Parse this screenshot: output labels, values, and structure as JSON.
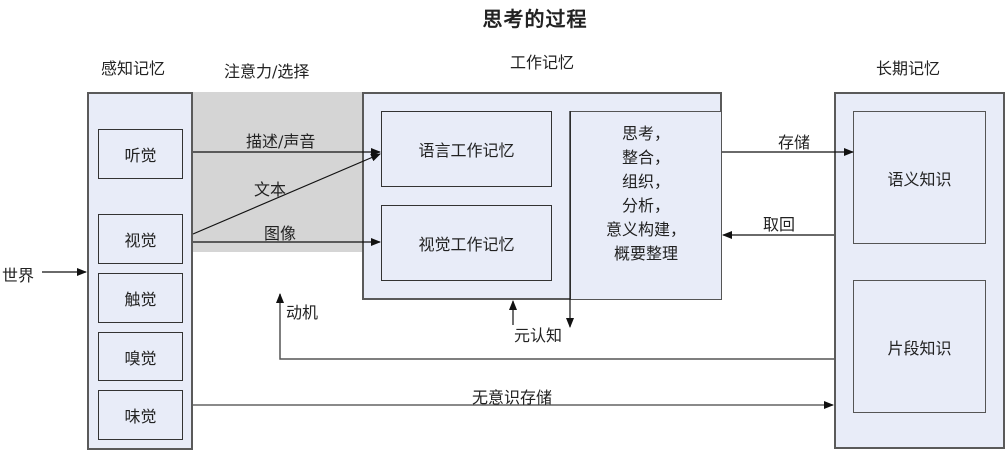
{
  "title": "思考的过程",
  "sections": {
    "sensory": "感知记忆",
    "attention": "注意力/选择",
    "working": "工作记忆",
    "longterm": "长期记忆"
  },
  "sensory_items": [
    "听觉",
    "视觉",
    "触觉",
    "嗅觉",
    "味觉"
  ],
  "working_items": {
    "verbal": "语言工作记忆",
    "visual": "视觉工作记忆",
    "processing": [
      "思考，",
      "整合，",
      "组织，",
      "分析，",
      "意义构建，",
      "概要整理"
    ]
  },
  "longterm_items": {
    "semantic": "语义知识",
    "episodic": "片段知识"
  },
  "edge_labels": {
    "world": "世界",
    "describe_sound": "描述/声音",
    "text": "文本",
    "image": "图像",
    "store": "存储",
    "retrieve": "取回",
    "motivation": "动机",
    "metacognition": "元认知",
    "unconscious_store": "无意识存储"
  }
}
